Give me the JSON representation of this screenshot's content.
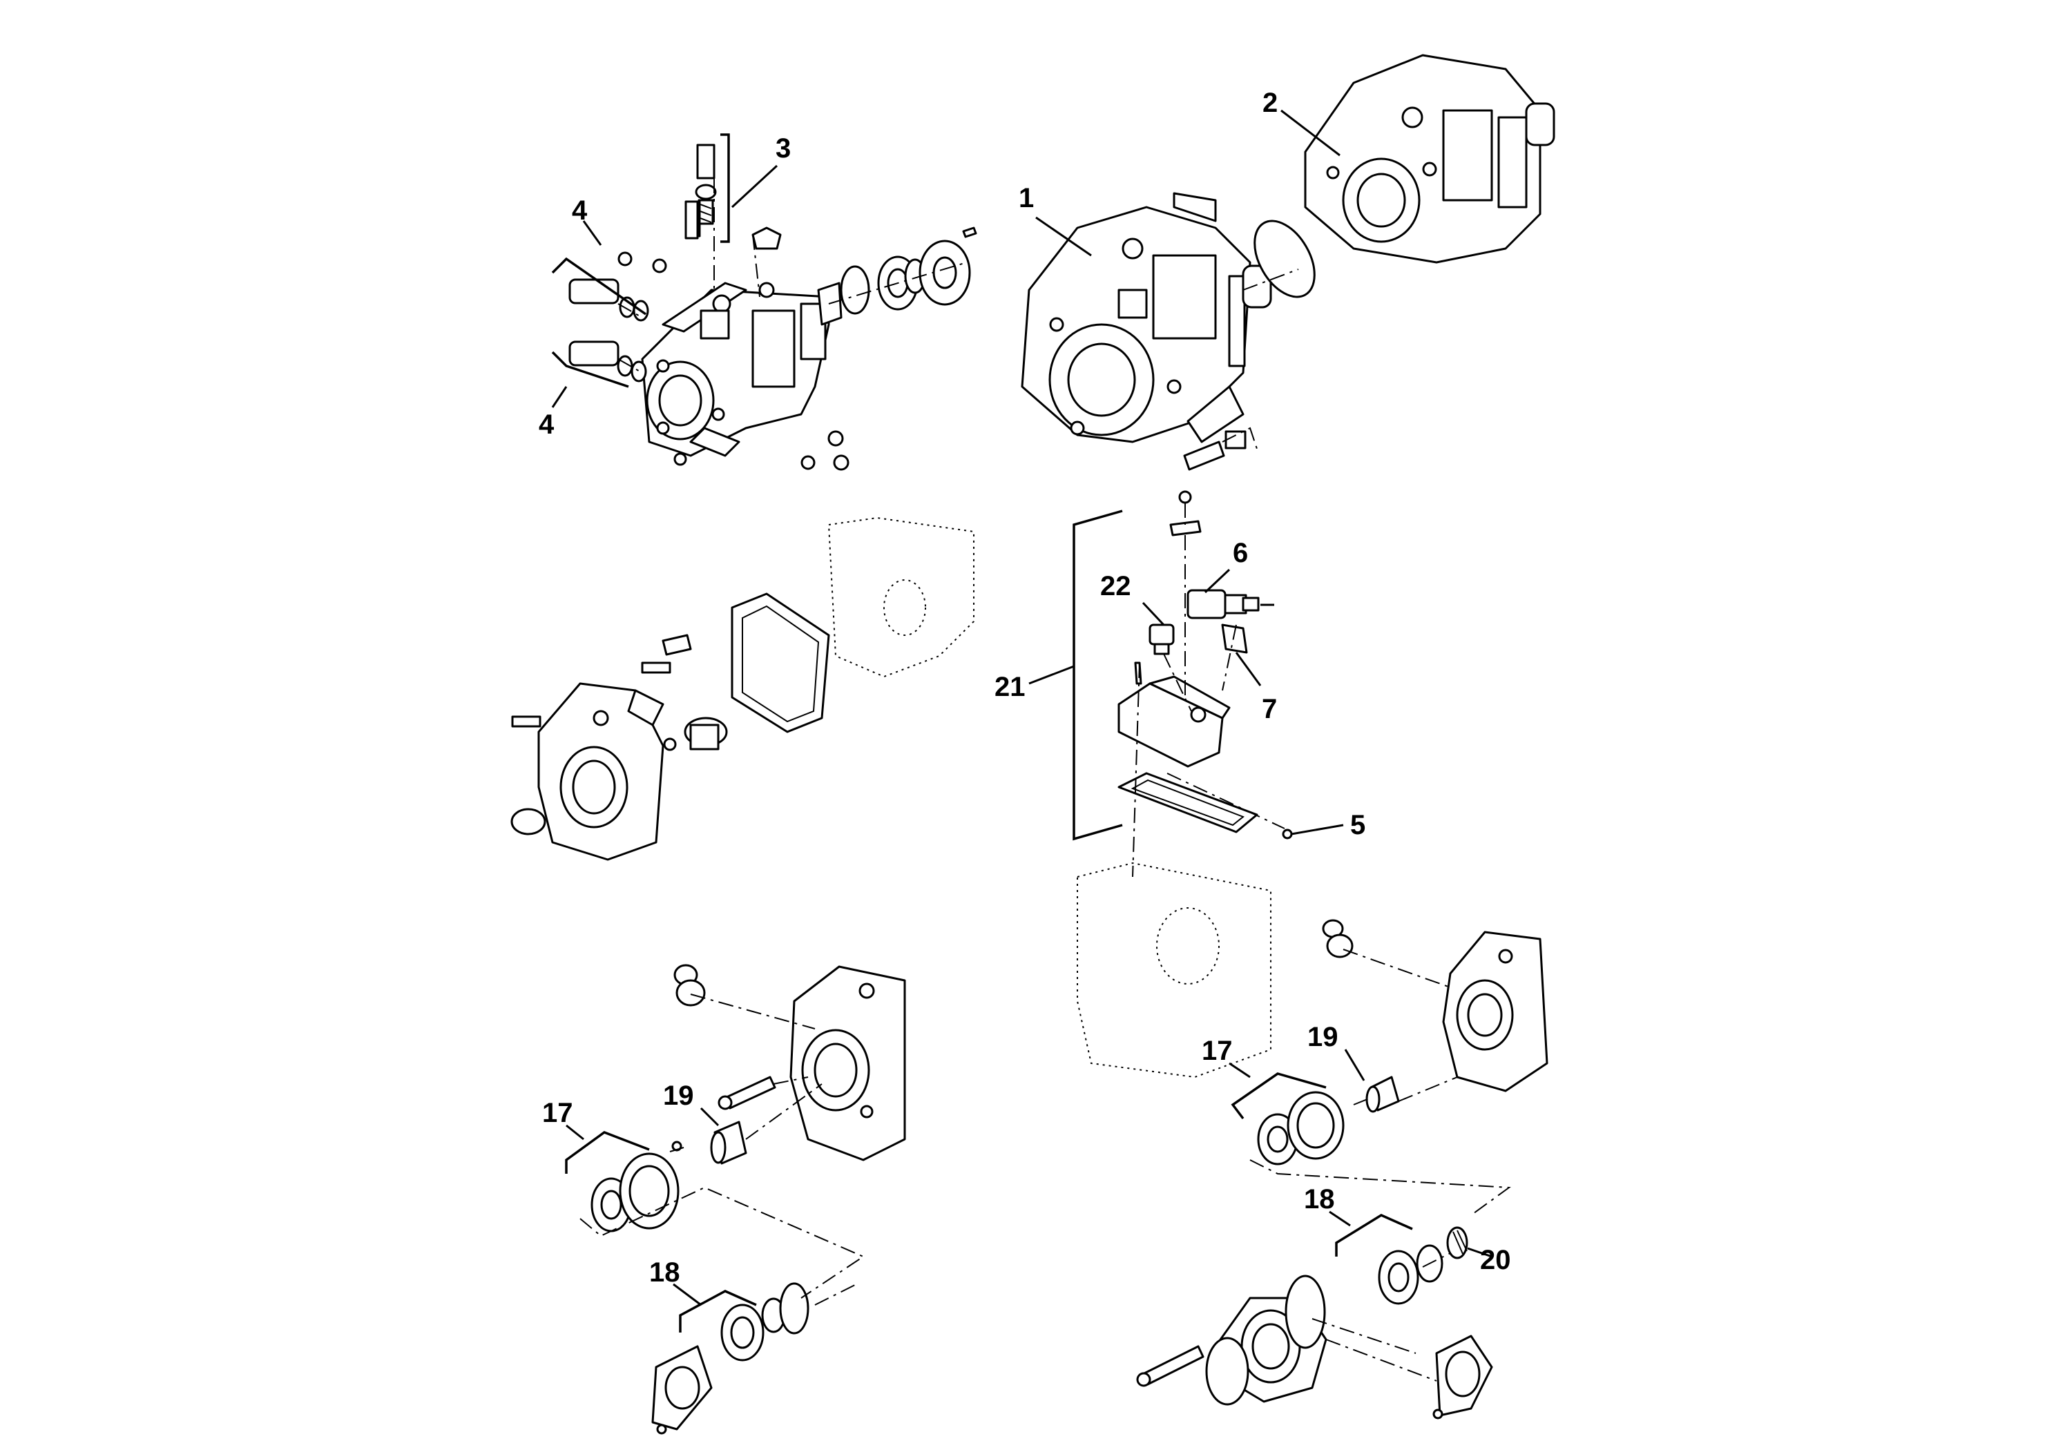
{
  "callouts": {
    "c1": "1",
    "c2": "2",
    "c3": "3",
    "c4a": "4",
    "c4b": "4",
    "c5": "5",
    "c6": "6",
    "c7": "7",
    "c17a": "17",
    "c17b": "17",
    "c18a": "18",
    "c18b": "18",
    "c19a": "19",
    "c19b": "19",
    "c20": "20",
    "c21": "21",
    "c22": "22"
  },
  "colors": {
    "line": "#000000",
    "background": "#ffffff"
  }
}
